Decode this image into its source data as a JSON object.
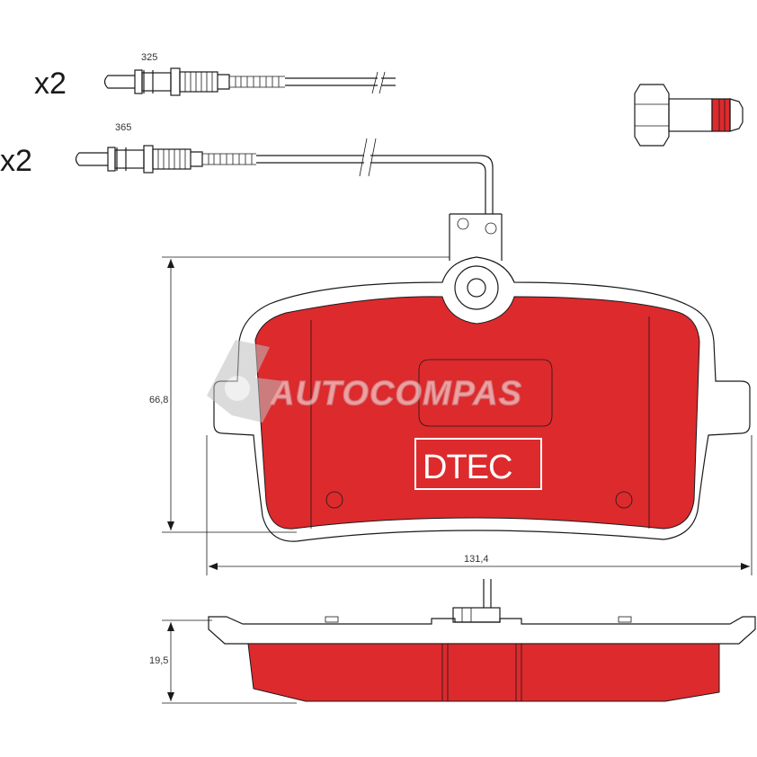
{
  "quantities": {
    "sensor_top": "x2",
    "sensor_bottom": "x2"
  },
  "dimensions": {
    "sensor_top_length": "325",
    "sensor_bottom_length": "365",
    "pad_height": "66,8",
    "pad_width": "131,4",
    "pad_thickness": "19,5"
  },
  "brand_label": "DTEC",
  "watermark": "AUTOCOMPAS",
  "colors": {
    "pad_red": "#dd2a2d",
    "outline": "#1a1a1a",
    "watermark": "#bfbfbf",
    "accent_marker": "#dd2a2d"
  }
}
